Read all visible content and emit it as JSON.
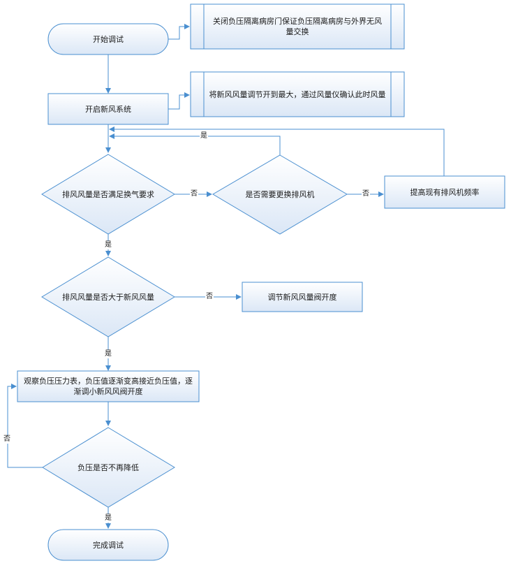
{
  "colors": {
    "stroke": "#4a8fd0",
    "fill_top": "#ffffff",
    "fill_bottom": "#dbe7f6",
    "text": "#1a1a1a"
  },
  "nodes": {
    "start": "开始调试",
    "note1": "关闭负压隔离病房门保证负压隔离病房与外界无风量交换",
    "open_fresh": "开启新风系统",
    "note2": "将新风风量调节开到最大，通过风量仪确认此时风量",
    "decision_exhaust": "排风风量是否满足换气要求",
    "decision_replace": "是否需要更换排风机",
    "increase_freq": "提高现有排风机频率",
    "decision_greater": "排风风量是否大于新风风量",
    "adjust_valve": "调节新风风量阀开度",
    "observe": "观察负压压力表，负压值逐渐变高接近负压值，逐渐调小新风风阀开度",
    "decision_pressure": "负压是否不再降低",
    "end": "完成调试"
  },
  "edges": {
    "yes": "是",
    "no": "否"
  }
}
